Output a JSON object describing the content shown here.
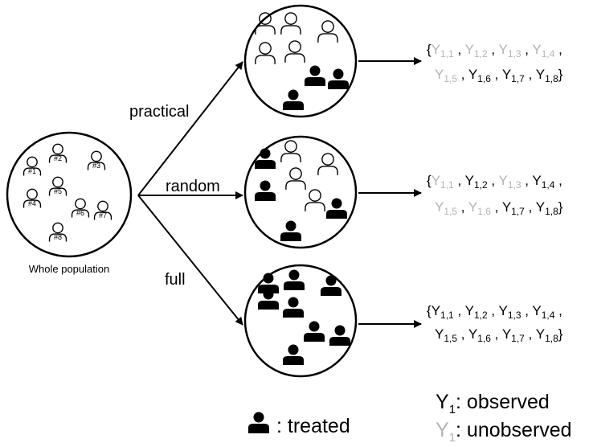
{
  "colors": {
    "observed": "#000000",
    "unobserved": "#b3b3b3",
    "outline": "#000000"
  },
  "whole_population": {
    "label": "Whole population",
    "people": [
      {
        "tag": "#1",
        "icon": "person-outline-icon"
      },
      {
        "tag": "#2",
        "icon": "person-outline-icon"
      },
      {
        "tag": "#3",
        "icon": "person-outline-icon"
      },
      {
        "tag": "#4",
        "icon": "person-outline-icon"
      },
      {
        "tag": "#5",
        "icon": "person-outline-icon"
      },
      {
        "tag": "#6",
        "icon": "person-outline-icon"
      },
      {
        "tag": "#7",
        "icon": "person-outline-icon"
      },
      {
        "tag": "#8",
        "icon": "person-outline-icon"
      }
    ]
  },
  "scenarios": [
    {
      "label": "practical",
      "treated": [
        false,
        false,
        false,
        false,
        false,
        true,
        true,
        true
      ],
      "outcome_lines": [
        [
          "Y1,1",
          "Y1,2",
          "Y1,3",
          "Y1,4"
        ],
        [
          "Y1,5",
          "Y1,6",
          "Y1,7",
          "Y1,8"
        ]
      ],
      "observed": [
        false,
        false,
        false,
        false,
        false,
        true,
        true,
        true
      ]
    },
    {
      "label": "random",
      "treated": [
        true,
        false,
        false,
        true,
        false,
        false,
        true,
        true
      ],
      "outcome_lines": [
        [
          "Y1,1",
          "Y1,2",
          "Y1,3",
          "Y1,4"
        ],
        [
          "Y1,5",
          "Y1,6",
          "Y1,7",
          "Y1,8"
        ]
      ],
      "observed": [
        false,
        true,
        false,
        true,
        false,
        false,
        true,
        true
      ]
    },
    {
      "label": "full",
      "treated": [
        true,
        true,
        true,
        true,
        true,
        true,
        true,
        true
      ],
      "outcome_lines": [
        [
          "Y1,1",
          "Y1,2",
          "Y1,3",
          "Y1,4"
        ],
        [
          "Y1,5",
          "Y1,6",
          "Y1,7",
          "Y1,8"
        ]
      ],
      "observed": [
        true,
        true,
        true,
        true,
        true,
        true,
        true,
        true
      ]
    }
  ],
  "legend": {
    "treated_icon": "person-filled-icon",
    "treated_label": ": treated",
    "observed_symbol": "Y1",
    "observed_label": ": observed",
    "unobserved_symbol": "Y1",
    "unobserved_label": ": unobserved"
  }
}
